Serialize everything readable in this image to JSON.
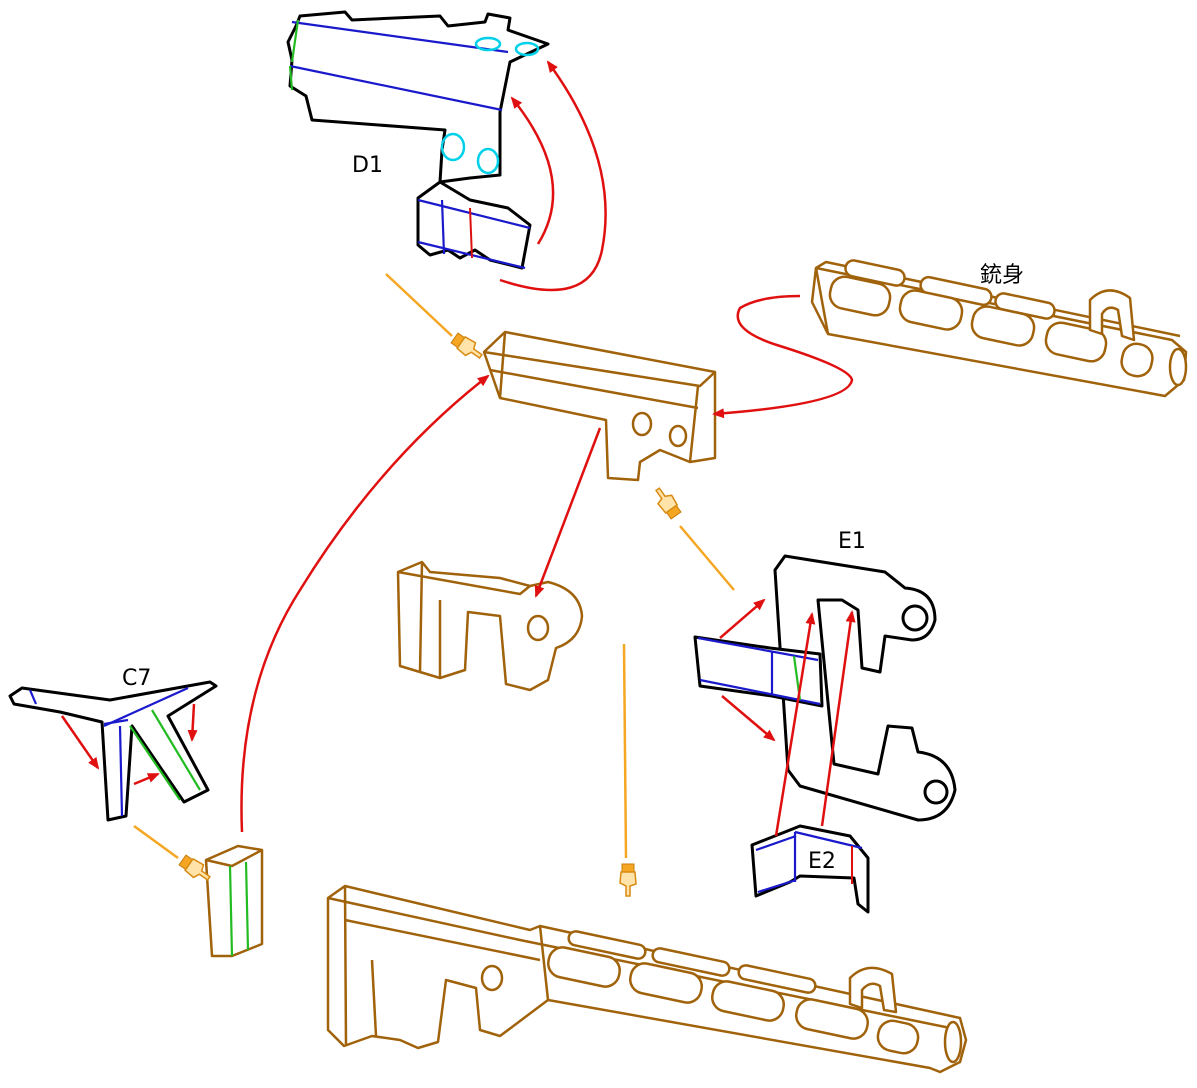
{
  "labels": {
    "d1": "D1",
    "barrel": "銃身",
    "e1": "E1",
    "e2": "E2",
    "c7": "C7"
  },
  "colors": {
    "cut_outline": "#000000",
    "fold_line": "#1a1acc",
    "glue_edge": "#22bb22",
    "valley_line": "#dd1111",
    "punch_hole": "#00d0e8",
    "assembled_part": "#a0620a",
    "flow_arrow": "#e01010",
    "attach_pointer": "#f5a623"
  },
  "icons": {
    "pointer": "pointing-hand-icon"
  }
}
